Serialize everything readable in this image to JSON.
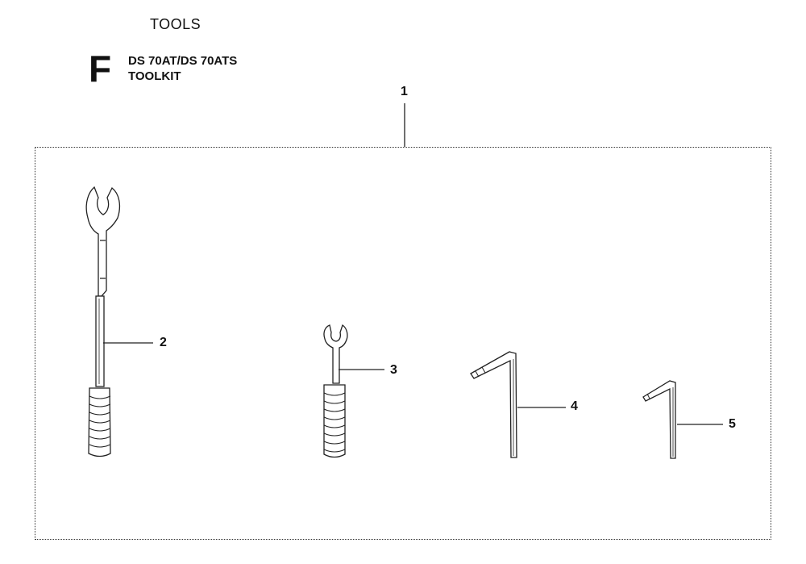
{
  "header": {
    "section_title": "TOOLS",
    "section_letter": "F",
    "model": "DS 70AT/DS 70ATS",
    "group": "TOOLKIT"
  },
  "callouts": {
    "kit": "1",
    "long_wrench": "2",
    "short_wrench": "3",
    "large_hex_key": "4",
    "small_hex_key": "5"
  }
}
